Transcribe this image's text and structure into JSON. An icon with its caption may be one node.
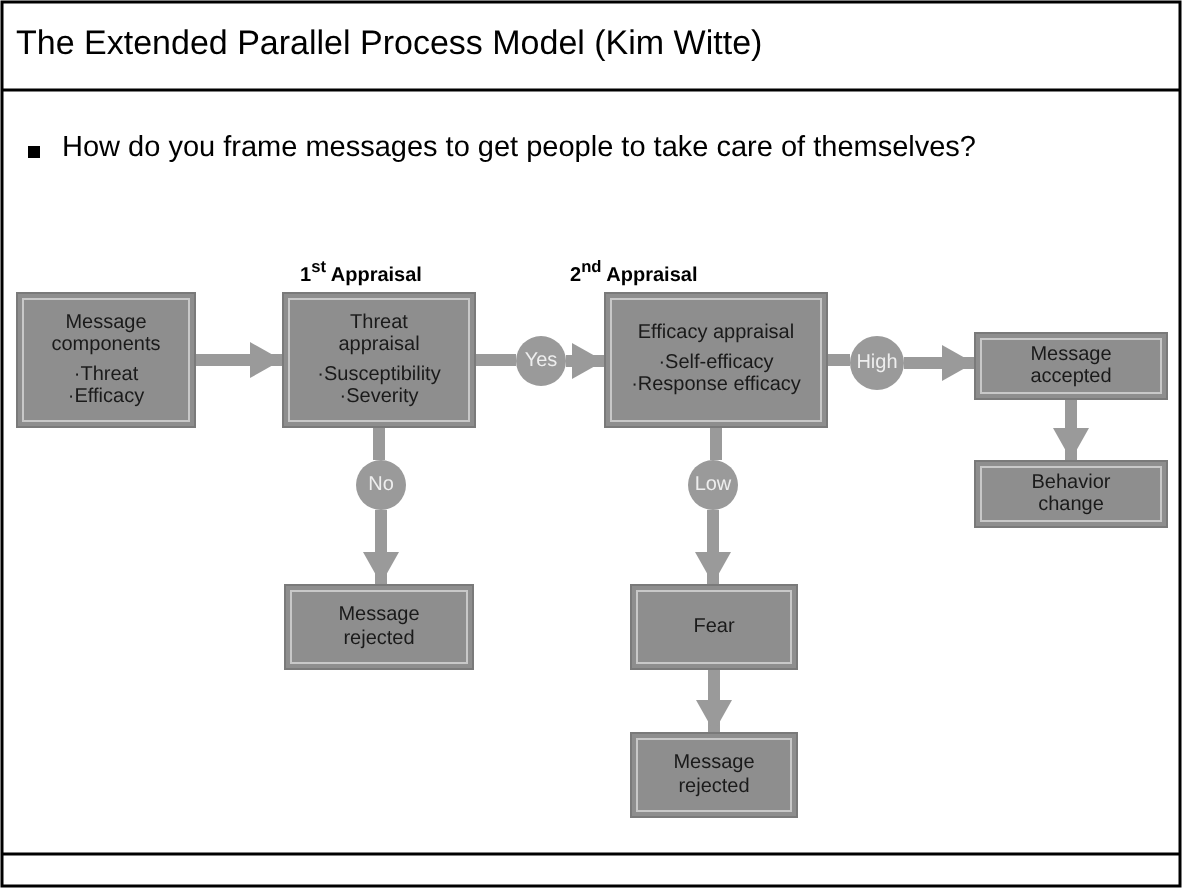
{
  "diagram": {
    "title": "The Extended Parallel Process Model (Kim Witte)",
    "nodes": [
      {
        "text": [
          "Message components",
          "·Threat",
          "·Efficacy"
        ]
      },
      {
        "text": [
          "Threat appraisal",
          "·Susceptibility",
          "·Severity"
        ]
      },
      {
        "text": [
          "Yes"
        ]
      },
      {
        "text": [
          "Efficacy appraisal",
          "·Self-efficacy",
          "·Response efficacy"
        ]
      },
      {
        "text": [
          "High"
        ]
      },
      {
        "text": [
          "Message accepted"
        ]
      },
      {
        "text": [
          "Behavior change"
        ]
      },
      {
        "text": [
          "No"
        ]
      },
      {
        "text": [
          "Message rejected"
        ]
      },
      {
        "text": [
          "Low"
        ]
      },
      {
        "text": [
          "Fear"
        ]
      },
      {
        "text": [
          "Message rejected"
        ]
      }
    ],
    "edges": [
      {
        "from": 0,
        "to": 1,
        "arrow": "to"
      },
      {
        "from": 1,
        "to": 2,
        "arrow": "none"
      },
      {
        "from": 2,
        "to": 3,
        "arrow": "to"
      },
      {
        "from": 3,
        "to": 4,
        "arrow": "none"
      },
      {
        "from": 4,
        "to": 5,
        "arrow": "to"
      },
      {
        "from": 5,
        "to": 6,
        "arrow": "to"
      },
      {
        "from": 1,
        "to": 7,
        "arrow": "none"
      },
      {
        "from": 7,
        "to": 8,
        "arrow": "to"
      },
      {
        "from": 3,
        "to": 9,
        "arrow": "none"
      },
      {
        "from": 9,
        "to": 10,
        "arrow": "to"
      },
      {
        "from": 10,
        "to": 11,
        "arrow": "to"
      }
    ],
    "labels": [
      "How do you frame messages to get people to take care of themselves?",
      "1$^{st}$ Appraisal",
      "2$^{nd}$ Appraisal"
    ]
  }
}
